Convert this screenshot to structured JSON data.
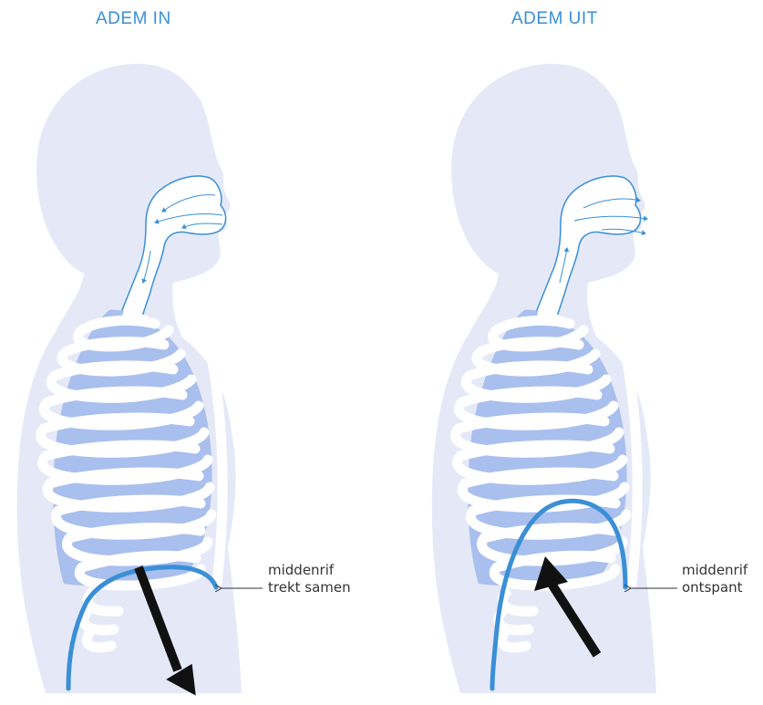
{
  "panels": [
    {
      "title": "ADEM IN",
      "label_line1": "middenrif",
      "label_line2": "trekt samen"
    },
    {
      "title": "ADEM UIT",
      "label_line1": "middenrif",
      "label_line2": "ontspant"
    }
  ],
  "colors": {
    "title": "#3a8fd6",
    "body": "#e5e9f7",
    "lungs": "#a9bfee",
    "ribs": "#ffffff",
    "diaphragm": "#3a8fd6",
    "airflow": "#3a8fd6",
    "arrow": "#111111",
    "label": "#333333"
  }
}
